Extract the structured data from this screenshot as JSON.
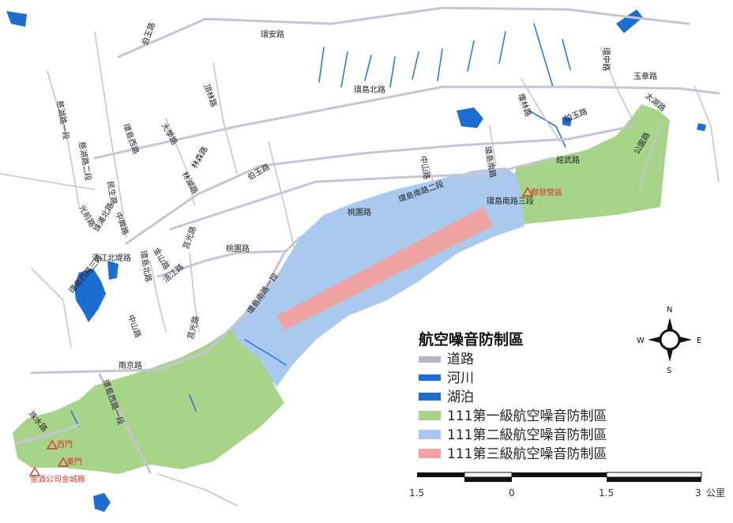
{
  "legend": {
    "title": "航空噪音防制區",
    "items": [
      {
        "label": "道路",
        "color": "#b9b0cc"
      },
      {
        "label": "河川",
        "color": "#1c6fd1"
      },
      {
        "label": "湖泊",
        "color": "#1c6fd1"
      },
      {
        "label": "111第一級航空噪音防制區",
        "color": "#a8d48a"
      },
      {
        "label": "111第二級航空噪音防制區",
        "color": "#a9c9ee"
      },
      {
        "label": "111第三級航空噪音防制區",
        "color": "#f0a3a3"
      }
    ]
  },
  "colors": {
    "zone1": "#a8d48a",
    "zone2": "#a9c9ee",
    "zone3": "#f0a3a3",
    "water": "#1c6fd1",
    "poi": "#d23a2a"
  },
  "scale": {
    "labels": [
      "1.5",
      "0",
      "1.5",
      "3"
    ],
    "unit": "公里"
  },
  "compass": {
    "n": "N",
    "s": "S",
    "e": "E",
    "w": "W"
  },
  "roads": [
    "環安路",
    "頂林路",
    "環島北路",
    "環中路",
    "玉章路",
    "太湖路",
    "柏玉路",
    "經武路",
    "公園路",
    "瓊林路",
    "慈湖路一段",
    "慈湖路二段",
    "伯玉路",
    "環島西路",
    "大學路",
    "林森路",
    "林湖路",
    "民生路",
    "光前路",
    "中興路",
    "珠浦北路",
    "浯江北堤路",
    "環島北路",
    "金山路",
    "莒光路",
    "浯江路",
    "環島西路三段",
    "桃園路",
    "環島南路一段",
    "環島南路二段",
    "中山路",
    "環島南路三段",
    "環島西路一段",
    "伯玉路",
    "珠水路",
    "南京路",
    "莒光路",
    "桃園路",
    "環島南路",
    "中山路"
  ],
  "pois": [
    {
      "name": "西門",
      "kind": "poi"
    },
    {
      "name": "東門",
      "kind": "poi"
    },
    {
      "name": "金酒公司金城廠",
      "kind": "poi"
    },
    {
      "name": "榔發營區",
      "kind": "poi"
    }
  ]
}
